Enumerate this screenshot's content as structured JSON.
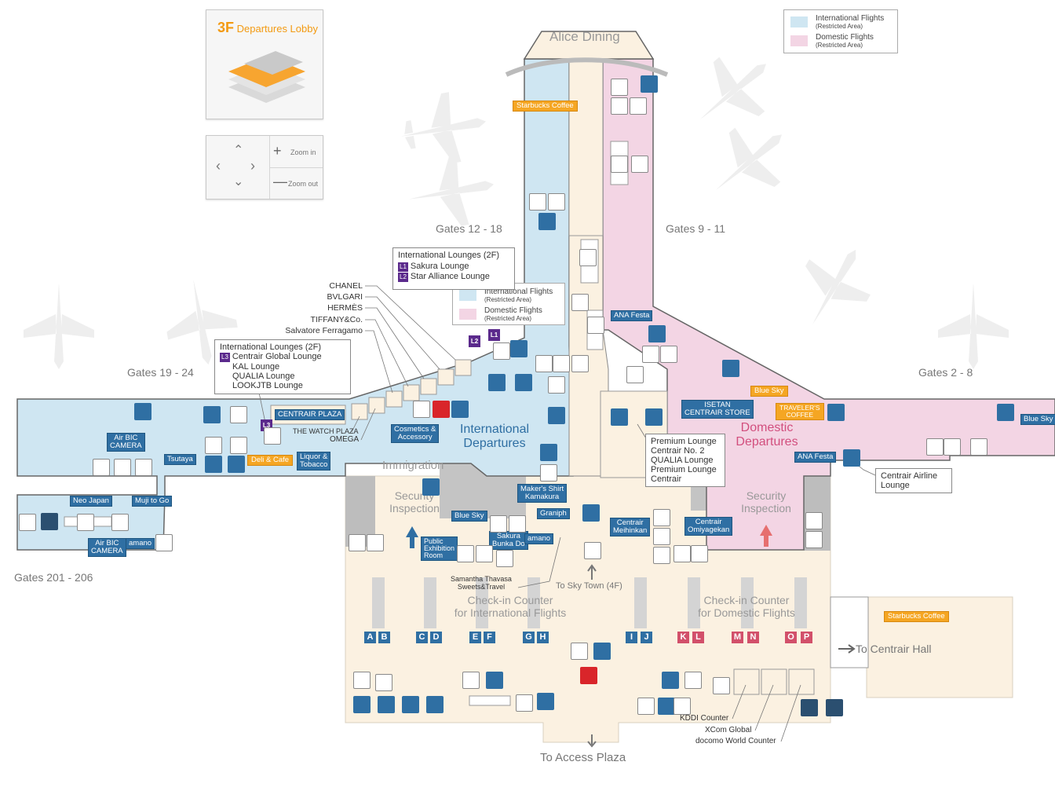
{
  "floor_panel": {
    "floor": "3F",
    "title": "Departures Lobby"
  },
  "zoom": {
    "in": "Zoom in",
    "out": "Zoom out"
  },
  "legend": {
    "intl": "International Flights",
    "intl_sub": "(Restricted Area)",
    "dom": "Domestic Flights",
    "dom_sub": "(Restricted Area)"
  },
  "colors": {
    "intl": "#cfe6f2",
    "dom": "#f3d5e4",
    "landside": "#fbf1e1",
    "label_blue": "#2f6fa3",
    "label_orange": "#f5a623",
    "gray": "#bdbdbd"
  },
  "gates": {
    "g12_18": "Gates 12 - 18",
    "g9_11": "Gates 9 - 11",
    "g19_24": "Gates 19 - 24",
    "g2_8": "Gates 2 - 8",
    "g201_206": "Gates 201 - 206"
  },
  "areas": {
    "alice": "Alice Dining",
    "intl_dep_1": "International",
    "intl_dep_2": "Departures",
    "dom_dep_1": "Domestic",
    "dom_dep_2": "Departures",
    "immigration": "Immigration",
    "sec_l1": "Security",
    "sec_l2": "Inspection",
    "sec_r1": "Security",
    "sec_r2": "Inspection",
    "checkin_intl_1": "Check-in Counter",
    "checkin_intl_2": "for International Flights",
    "checkin_dom_1": "Check-in Counter",
    "checkin_dom_2": "for Domestic Flights",
    "to_hall": "To Centrair Hall",
    "to_sky": "To Sky Town (4F)",
    "to_access": "To Access Plaza"
  },
  "lounge_box_2f": {
    "title": "International Lounges (2F)",
    "items": [
      {
        "tag": "L1",
        "name": "Sakura Lounge"
      },
      {
        "tag": "L2",
        "name": "Star Alliance Lounge"
      }
    ]
  },
  "lounge_box_left": {
    "title": "International Lounges (2F)",
    "tag": "L3",
    "items": [
      "Centrair Global Lounge",
      "KAL Lounge",
      "QUALIA Lounge",
      "LOOKJTB Lounge"
    ]
  },
  "premium_box": {
    "items": [
      "Premium Lounge",
      "Centrair No. 2",
      "QUALIA Lounge",
      "Premium Lounge",
      "Centrair"
    ]
  },
  "airline_lounge": {
    "line1": "Centrair Airline",
    "line2": "Lounge"
  },
  "brands": [
    "CHANEL",
    "BVLGARI",
    "HERMÈS",
    "TIFFANY&Co.",
    "Salvatore Ferragamo"
  ],
  "shop_misc": {
    "watch1": "THE WATCH PLAZA",
    "watch2": "OMEGA",
    "samantha1": "Samantha Thavasa",
    "samantha2": "Sweets&Travel"
  },
  "shops": {
    "starbucks_top": "Starbucks Coffee",
    "starbucks_right": "Starbucks Coffee",
    "ana_festa_top": "ANA Festa",
    "ana_festa_right": "ANA Festa",
    "isetan_1": "ISETAN",
    "isetan_2": "CENTRAIR STORE",
    "bluesky_right": "Blue Sky",
    "bluesky_far": "Blue Sky",
    "bluesky_mid": "Blue Sky",
    "travelers_1": "TRAVELER'S",
    "travelers_2": "COFFEE",
    "centrair_plaza": "CENTRAIR PLAZA",
    "cosmetics_1": "Cosmetics &",
    "cosmetics_2": "Accessory",
    "airbic_1a": "Air BIC",
    "airbic_1b": "CAMERA",
    "airbic_2a": "Air BIC",
    "airbic_2b": "CAMERA",
    "tsutaya": "Tsutaya",
    "deli": "Deli & Cafe",
    "liquor_1": "Liquor &",
    "liquor_2": "Tobacco",
    "neo": "Neo Japan",
    "muji": "Muji to Go",
    "amano_left": "amano",
    "makers_1": "Maker's Shirt",
    "makers_2": "Kamakura",
    "graniph": "Graniph",
    "sakura_1": "Sakura",
    "sakura_2": "Bunka Do",
    "amano_mid": "amano",
    "public_1": "Public",
    "public_2": "Exhibition",
    "public_3": "Room",
    "meihinkan_1": "Centrair",
    "meihinkan_2": "Meihinkan",
    "omiyagekan_1": "Centrair",
    "omiyagekan_2": "Omiyagekan"
  },
  "counters": {
    "letters": [
      "A",
      "B",
      "C",
      "D",
      "E",
      "F",
      "G",
      "H",
      "I",
      "J",
      "K",
      "L",
      "M",
      "N",
      "O",
      "P"
    ]
  },
  "bottom_right": {
    "kddi": "KDDI Counter",
    "xcom": "XCom Global",
    "docomo": "docomo World Counter"
  }
}
